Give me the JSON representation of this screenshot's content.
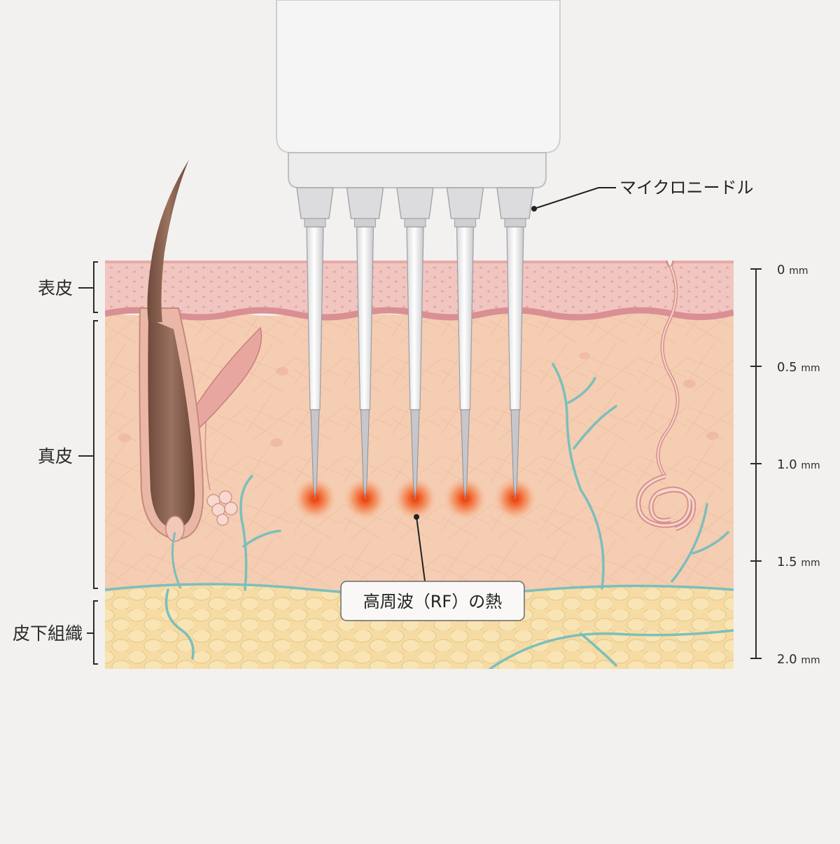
{
  "layers": [
    {
      "key": "epidermis",
      "label": "表皮"
    },
    {
      "key": "dermis",
      "label": "真皮"
    },
    {
      "key": "subcutis",
      "label": "皮下組織"
    }
  ],
  "callouts": {
    "microneedle": "マイクロニードル",
    "rf_heat": "高周波（RF）の熱"
  },
  "depth_scale": {
    "unit": "mm",
    "ticks": [
      {
        "value": "0",
        "unit": "mm"
      },
      {
        "value": "0.5",
        "unit": "mm"
      },
      {
        "value": "1.0",
        "unit": "mm"
      },
      {
        "value": "1.5",
        "unit": "mm"
      },
      {
        "value": "2.0",
        "unit": "mm"
      }
    ]
  },
  "needle_count": 5,
  "colors": {
    "background": "#f2f1ef",
    "epidermis": "#f1c7c1",
    "dermis": "#f5cdb2",
    "subcutis": "#f6dca4",
    "vessel": "#7bbfbb",
    "heat": "#f0501f",
    "device": "#f3f3f3"
  }
}
